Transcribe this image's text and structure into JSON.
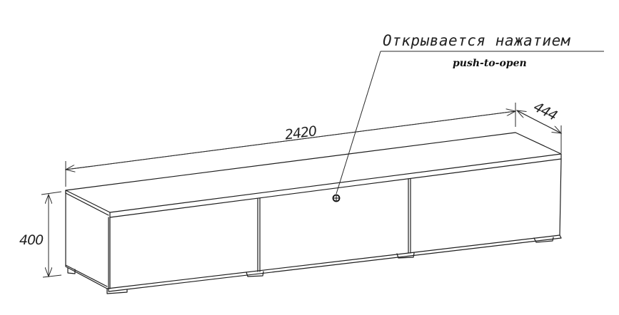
{
  "drawing": {
    "subject": "TV stand cabinet, 3 drawers",
    "callout": {
      "label_ru": "Открывается нажатием",
      "label_en": "push-to-open"
    },
    "dimensions": {
      "width": "2420",
      "depth": "444",
      "height": "400"
    },
    "colors": {
      "line": "#1e1e1e",
      "background": "#ffffff"
    }
  }
}
